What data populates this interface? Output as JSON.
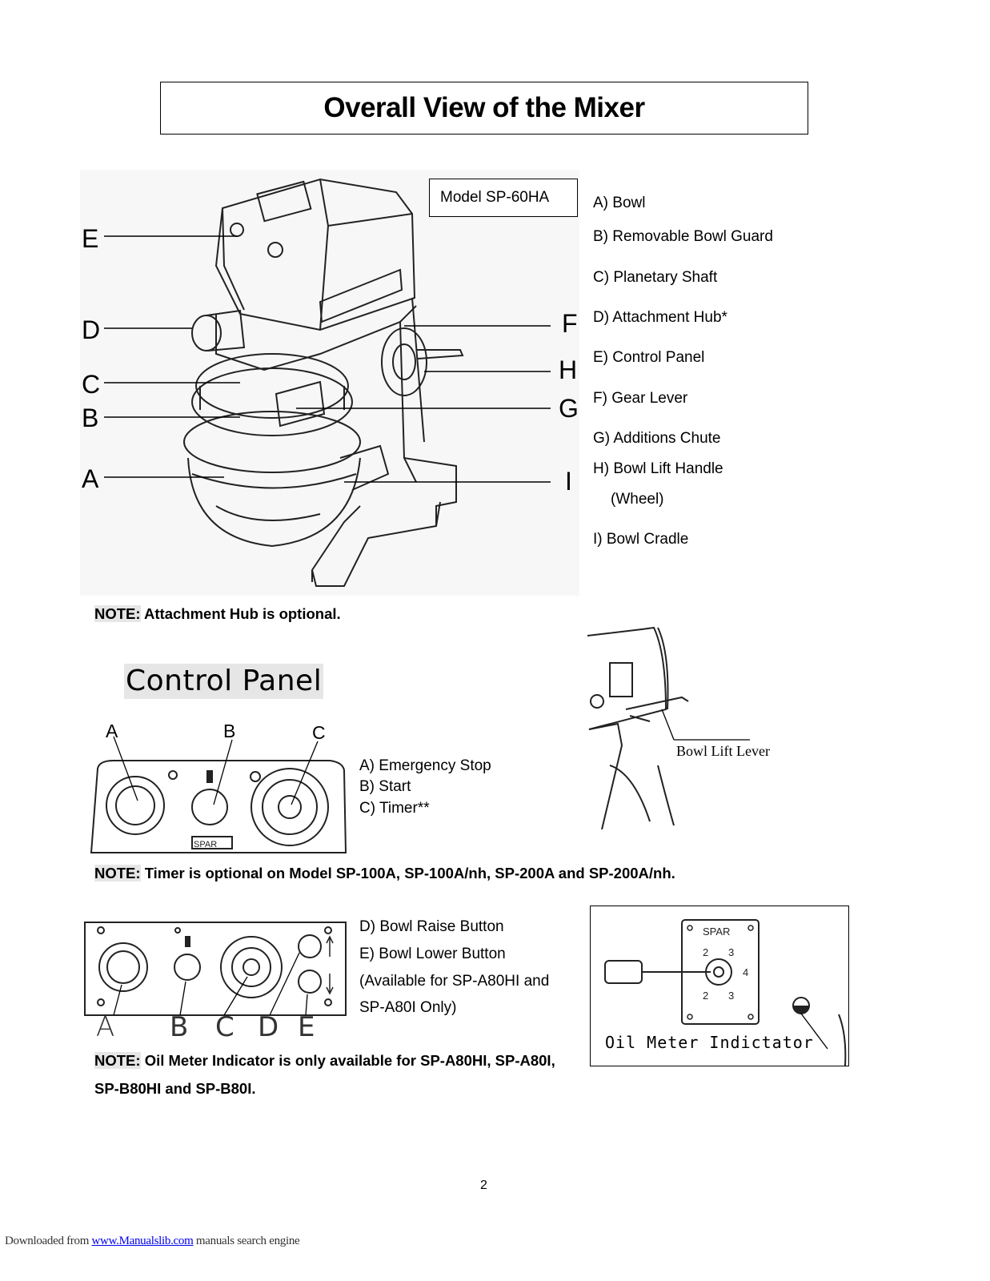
{
  "title": "Overall View of the Mixer",
  "model_label": "Model SP-60HA",
  "figure_letters": [
    "E",
    "D",
    "C",
    "B",
    "A",
    "F",
    "H",
    "G",
    "I"
  ],
  "parts": [
    "A) Bowl",
    "B) Removable Bowl Guard",
    "C) Planetary Shaft",
    "D) Attachment Hub*",
    "E) Control Panel",
    "F) Gear Lever",
    "G) Additions Chute",
    "H) Bowl Lift Handle",
    "(Wheel)",
    "I) Bowl Cradle"
  ],
  "note1": {
    "label": "NOTE:",
    "text": " Attachment Hub is optional."
  },
  "control_panel_heading": "Control Panel",
  "panel1_letters": [
    "A",
    "B",
    "C"
  ],
  "panel1_items": [
    "A) Emergency Stop",
    "B) Start",
    "C) Timer**"
  ],
  "bowl_lift_lever_label": "Bowl Lift Lever",
  "note2": {
    "label": "NOTE:",
    "text": " Timer is optional on Model SP-100A, SP-100A/nh, SP-200A and SP-200A/nh."
  },
  "panel2_items": [
    "D) Bowl Raise Button",
    "E) Bowl Lower Button",
    "(Available for SP-A80HI and",
    "SP-A80I Only)"
  ],
  "panel2_letters": [
    "A",
    "B",
    "C",
    "D",
    "E"
  ],
  "oil_meter_label": "Oil Meter Indictator",
  "note3": {
    "label": "NOTE:",
    "line1": " Oil Meter Indicator is only available for SP-A80HI, SP-A80I,",
    "line2": "SP-B80HI and SP-B80I."
  },
  "page_number": "2",
  "footer": {
    "prefix": "Downloaded from ",
    "link": "www.Manualslib.com",
    "suffix": "  manuals search engine"
  }
}
